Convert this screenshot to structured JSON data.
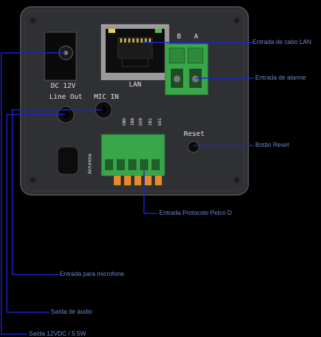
{
  "panel_labels": {
    "dc": "DC 12V",
    "line_out": "Line Out",
    "mic_in": "MIC IN",
    "lan": "LAN",
    "b": "B",
    "a": "A",
    "reset": "Reset",
    "antenna": "Antenna",
    "terminal_pins": [
      "GND",
      "IN0",
      "DO0",
      "IN1",
      "DO1"
    ]
  },
  "callouts": [
    {
      "id": "lan",
      "text": "Entrada de cabo LAN"
    },
    {
      "id": "alarm",
      "text": "Entrada de alarme"
    },
    {
      "id": "reset",
      "text": "Botão Reset"
    },
    {
      "id": "pelco",
      "text": "Entrada Protocolo Pelco D"
    },
    {
      "id": "mic",
      "text": "Entrada para microfone"
    },
    {
      "id": "audio",
      "text": "Saída de áudio"
    },
    {
      "id": "power",
      "text": "Saída 12VDC / 5.5W"
    }
  ],
  "colors": {
    "callout_line": "#1a24d6",
    "callout_text": "#6b86c8",
    "panel": "#2f3033",
    "terminal_green": "#3aa64a",
    "pin_orange": "#e8892a"
  }
}
